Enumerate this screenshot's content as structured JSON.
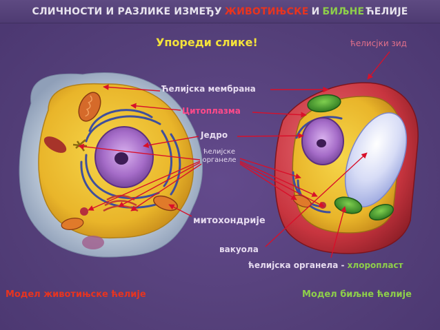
{
  "title": {
    "prefix": "СЛИЧНОСТИ И РАЗЛИКЕ ИЗМЕЂУ",
    "animal_word": "ЖИВОТИЊСКЕ",
    "conjunction": "И",
    "plant_word": "БИЉНЕ",
    "suffix": "ЋЕЛИЈЕ"
  },
  "instruction": "Упореди слике!",
  "labels": {
    "cell_wall": "ћелисјки зид",
    "cell_membrane": "Ћелијска мембрана",
    "cytoplasm": "Цитоплазма",
    "nucleus": "Једро",
    "organelles_line1": "ћелијске",
    "organelles_line2": "органеле",
    "mitochondria": "митохондрије",
    "vacuole": "вакуола",
    "chloroplast_prefix": "ћелијска органела -",
    "chloroplast_word": "хлоропласт"
  },
  "captions": {
    "animal": "Модел животињске ћелије",
    "plant": "Модел биљне ћелије"
  },
  "colors": {
    "background": "#55407a",
    "title_text": "#e8e4ee",
    "animal_highlight": "#e8341f",
    "plant_highlight": "#8ecf4a",
    "instruction": "#f4e23a",
    "wall_label": "#e2708a",
    "label_light": "#e7dcf0",
    "cytoplasm_label": "#ff4a8a",
    "caption_animal": "#e8341f",
    "caption_plant": "#8ecf4a",
    "arrow": "#d8102a"
  }
}
